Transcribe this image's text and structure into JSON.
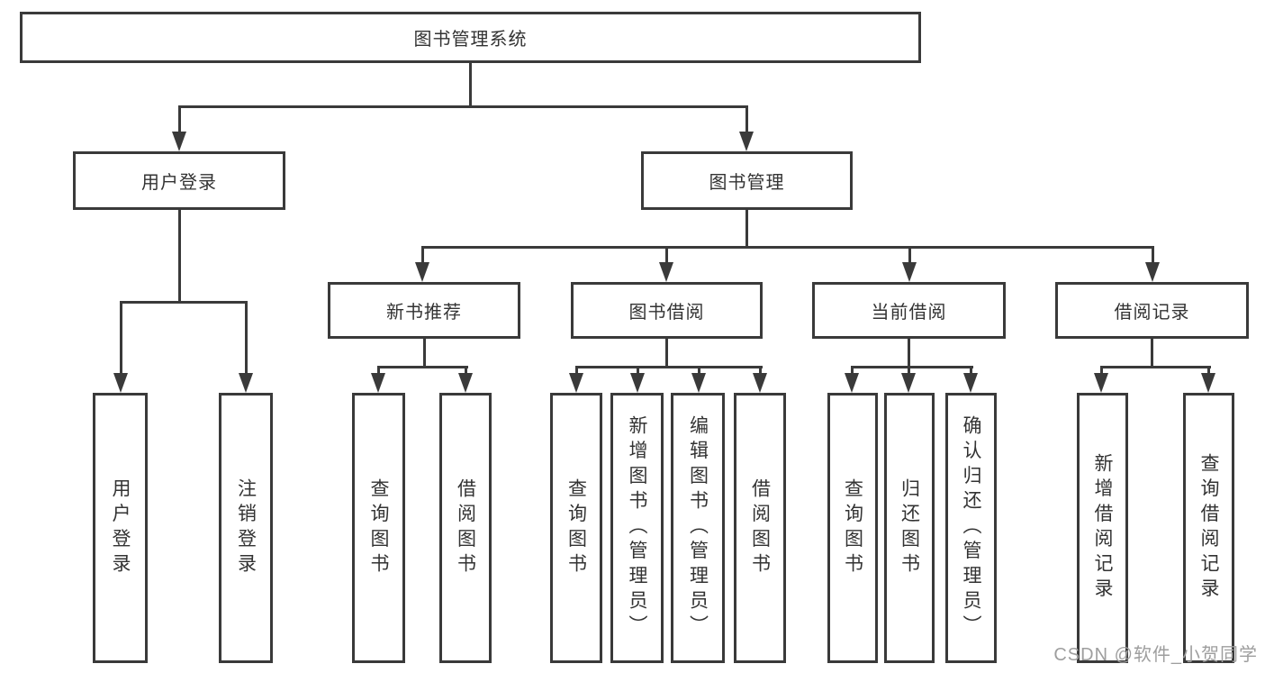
{
  "diagram": {
    "root": {
      "label": "图书管理系统"
    },
    "user_branch": {
      "label": "用户登录",
      "children": [
        {
          "label": "用户登录"
        },
        {
          "label": "注销登录"
        }
      ]
    },
    "book_branch": {
      "label": "图书管理",
      "groups": [
        {
          "label": "新书推荐",
          "children": [
            {
              "label": "查询图书"
            },
            {
              "label": "借阅图书"
            }
          ]
        },
        {
          "label": "图书借阅",
          "children": [
            {
              "label": "查询图书"
            },
            {
              "label": "新增图书（管理员）"
            },
            {
              "label": "编辑图书（管理员）"
            },
            {
              "label": "借阅图书"
            }
          ]
        },
        {
          "label": "当前借阅",
          "children": [
            {
              "label": "查询图书"
            },
            {
              "label": "归还图书"
            },
            {
              "label": "确认归还（管理员）"
            }
          ]
        },
        {
          "label": "借阅记录",
          "children": [
            {
              "label": "新增借阅记录"
            },
            {
              "label": "查询借阅记录"
            }
          ]
        }
      ]
    },
    "watermark": "CSDN @软件_小贺同学"
  },
  "colors": {
    "line": "#3a3a3a",
    "text": "#333333",
    "background": "#ffffff",
    "watermark": "#9e9e9e"
  }
}
